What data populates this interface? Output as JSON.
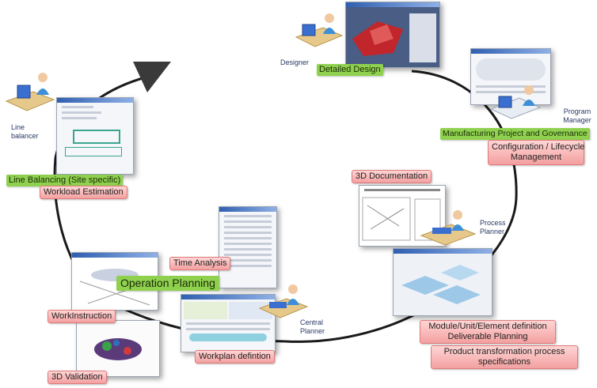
{
  "roles": {
    "designer": "Designer",
    "program_manager": "Program\nManager",
    "line_balancer": "Line\nbalancer",
    "process_planner": "Process\nPlanner",
    "central_planner": "Central\nPlanner"
  },
  "stages": {
    "detailed_design": "Detailed Design",
    "mfg_governance": "Manufacturing Project and Governance",
    "config_lifecycle": "Configuration / Lifecycle\nManagement",
    "line_balancing": "Line Balancing (Site specific)",
    "workload_estimation": "Workload Estimation",
    "documentation_3d": "3D Documentation",
    "time_analysis": "Time Analysis",
    "operation_planning": "Operation Planning",
    "work_instruction": "WorkInstruction",
    "validation_3d": "3D Validation",
    "workplan_definition": "Workplan defintion",
    "module_definition": "Module/Unit/Element definition\nDeliverable Planning",
    "product_transformation": "Product transformation process\nspecifications"
  },
  "colors": {
    "cycle_line": "#1a1a1a",
    "green_label": "#8fd14f",
    "pink_label": "#f3a0a0"
  },
  "icons": [
    "person-at-desk-icon",
    "cycle-arrow-icon"
  ]
}
